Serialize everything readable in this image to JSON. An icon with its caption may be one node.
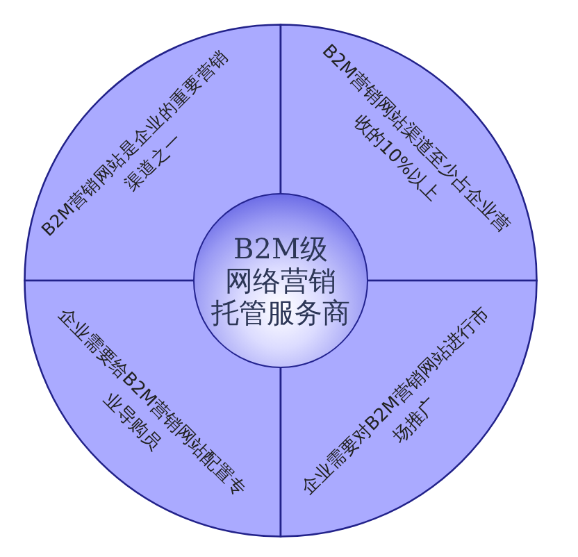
{
  "diagram": {
    "nodes": [
      {
        "text": [
          "B2M营销网站是企业的重要营销渠道之一"
        ]
      },
      {
        "text": [
          "B2M营销网站渠道至少占企业营收的10%以上"
        ]
      },
      {
        "text": [
          "B2M级网络营销托管服务商"
        ]
      },
      {
        "text": [
          "企业需要给B2M营销网站配置专业导购员"
        ]
      },
      {
        "text": [
          "企业需要对B2M营销网站进行市场推广"
        ]
      }
    ]
  }
}
